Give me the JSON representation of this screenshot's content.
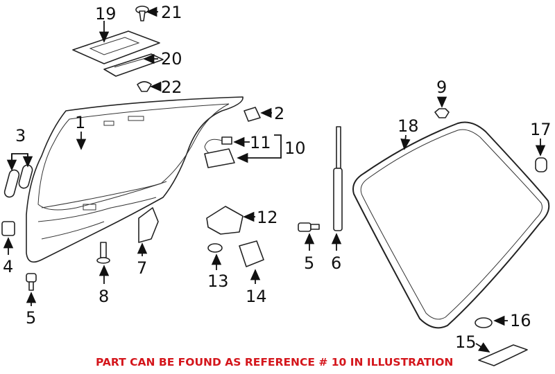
{
  "diagram": {
    "callouts": [
      "19",
      "21",
      "20",
      "22",
      "1",
      "2",
      "3",
      "11",
      "10",
      "18",
      "9",
      "17",
      "12",
      "4",
      "7",
      "8",
      "13",
      "14",
      "5",
      "6",
      "5",
      "16",
      "15"
    ],
    "note": "PART CAN BE FOUND AS REFERENCE # 10 IN ILLUSTRATION",
    "colors": {
      "note": "#d4161c",
      "lines": "#222222"
    }
  }
}
